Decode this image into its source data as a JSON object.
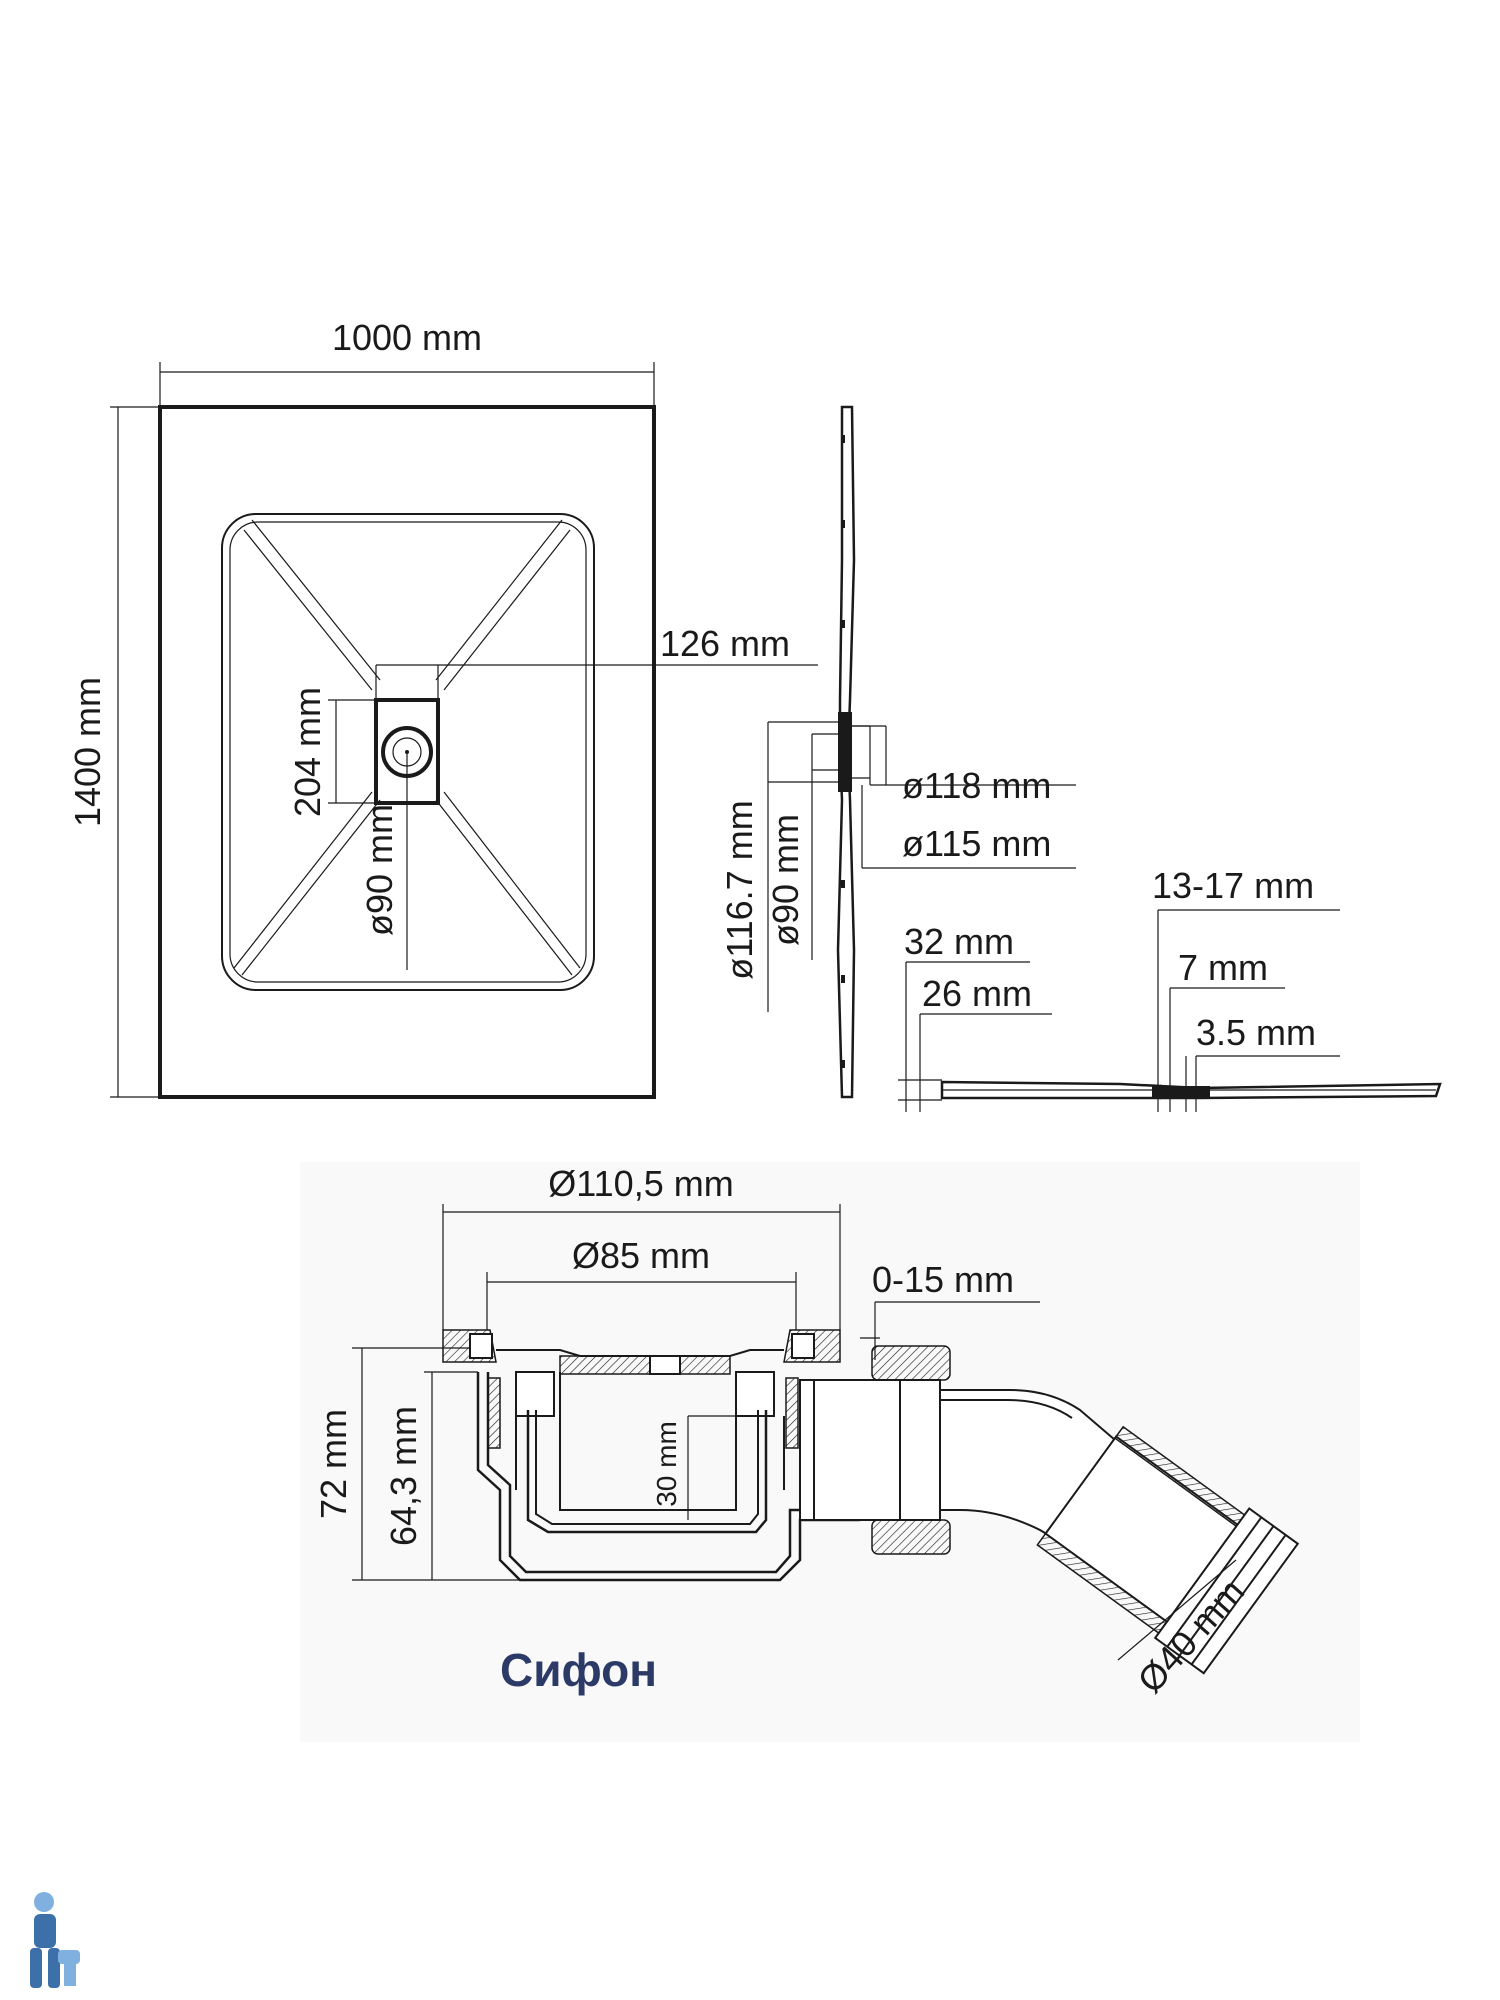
{
  "top_view": {
    "width_label": "1000 mm",
    "height_label": "1400 mm",
    "drain_offset_label": "126 mm",
    "drain_height_label": "204 mm",
    "drain_diameter_label": "ø90 mm"
  },
  "side_view": {
    "d118_label": "ø118 mm",
    "d115_label": "ø115 mm",
    "d1167_label": "ø116.7 mm",
    "d90_label": "ø90 mm"
  },
  "profile_view": {
    "range_label": "13-17 mm",
    "d32_label": "32 mm",
    "d26_label": "26 mm",
    "d7_label": "7 mm",
    "d35_label": "3.5 mm"
  },
  "siphon": {
    "title": "Сифон",
    "d1105_label": "Ø110,5 mm",
    "d85_label": "Ø85 mm",
    "range_label": "0-15 mm",
    "h72_label": "72 mm",
    "h643_label": "64,3 mm",
    "h30_label": "30 mm",
    "d40_label": "Ø40 mm"
  },
  "colors": {
    "line": "#1a1a1a",
    "title": "#2b3a67",
    "logo": "#3d6fa8"
  },
  "icons": {
    "logo": "plumber-logo-icon"
  }
}
